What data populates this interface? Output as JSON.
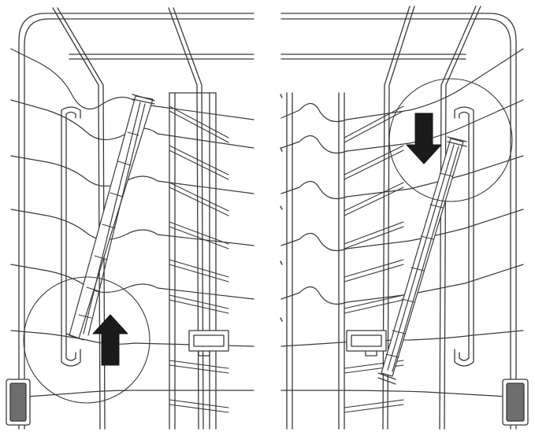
{
  "diagram": {
    "panels": [
      {
        "id": "left",
        "arrow_direction": "up"
      },
      {
        "id": "right",
        "arrow_direction": "down"
      }
    ],
    "colors": {
      "line": "#3a3a3a",
      "tine": "#dcdcdc",
      "arrow": "#1a1a1a",
      "handle_fill": "#6e6e6e",
      "background": "#ffffff"
    },
    "icons": [
      "up-arrow-icon",
      "down-arrow-icon",
      "tine-row-icon",
      "rack-handle-icon"
    ]
  }
}
